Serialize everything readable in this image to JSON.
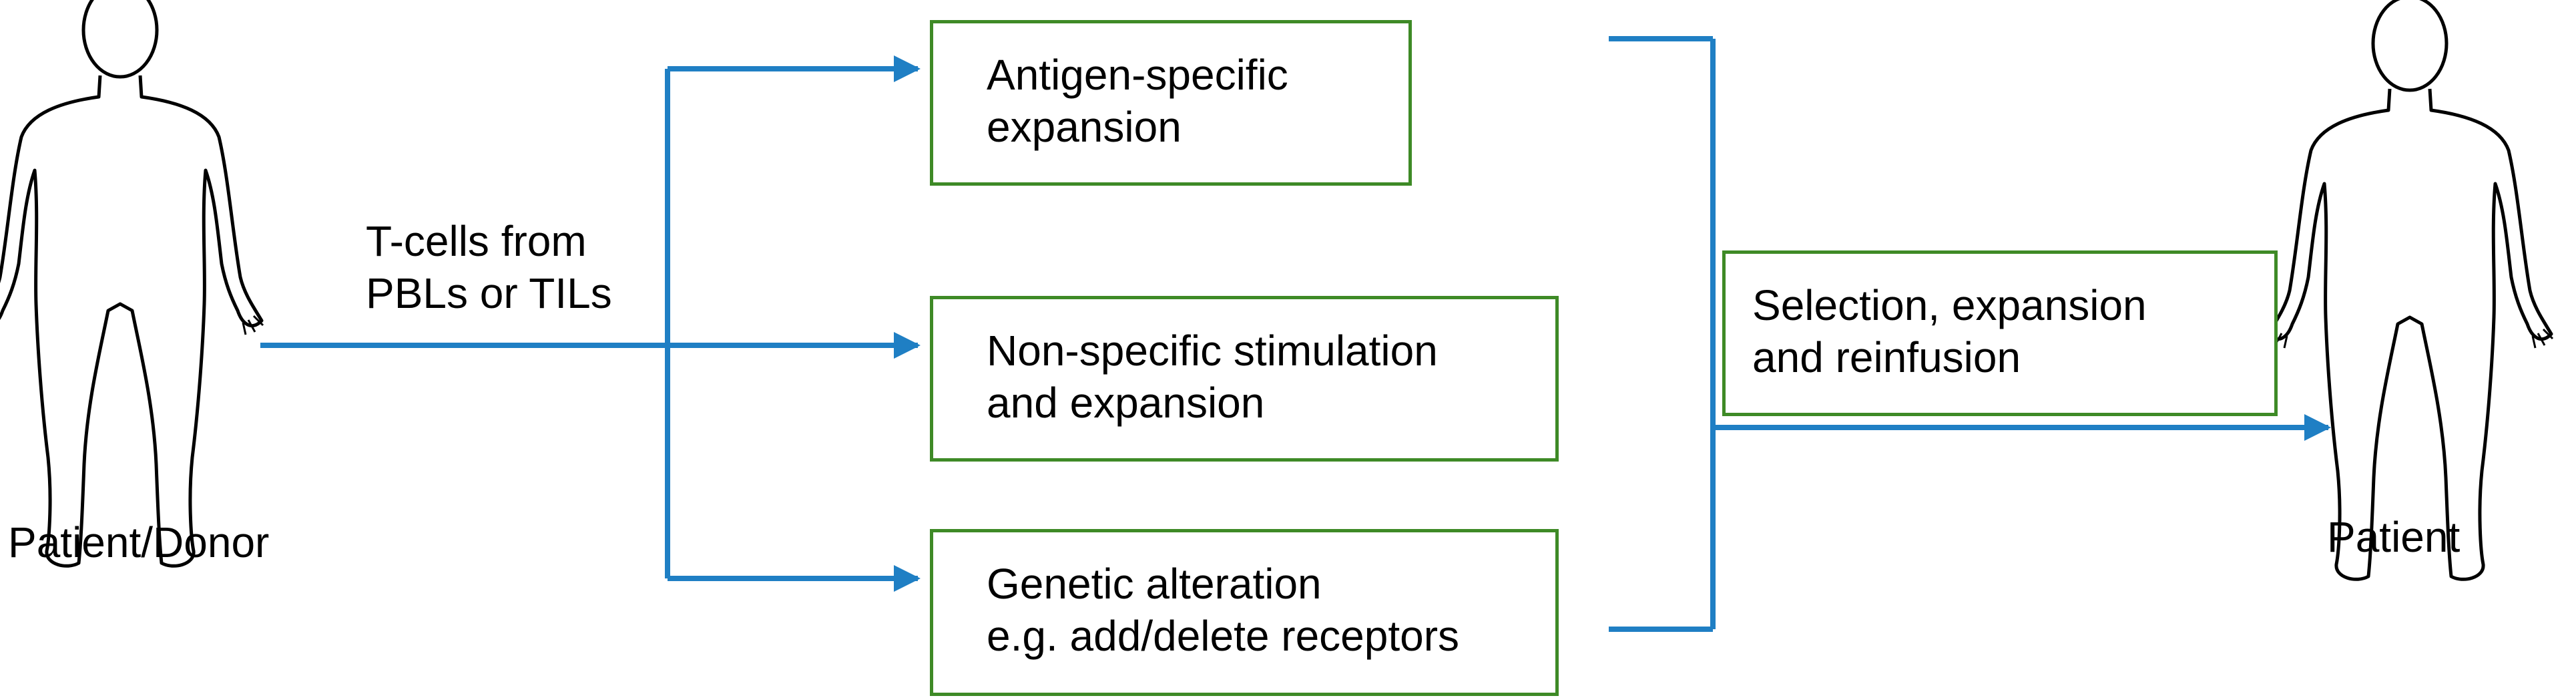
{
  "source_figure": {
    "label": "Patient/Donor",
    "icon": "human-figure-outline-icon"
  },
  "input_label": {
    "line1": "T-cells from",
    "line2": "PBLs or TILs"
  },
  "methods": [
    {
      "line1": "Antigen-specific",
      "line2": "expansion"
    },
    {
      "line1": "Non-specific stimulation",
      "line2": "and expansion"
    },
    {
      "line1": "Genetic alteration",
      "line2": "e.g. add/delete receptors"
    }
  ],
  "output_step": {
    "line1": "Selection, expansion",
    "line2": "and reinfusion"
  },
  "target_figure": {
    "label": "Patient",
    "icon": "human-figure-outline-icon"
  },
  "colors": {
    "arrow": "#1f7fc4",
    "box_border": "#3e8a26",
    "figure_outline": "#000000",
    "text": "#000000"
  }
}
